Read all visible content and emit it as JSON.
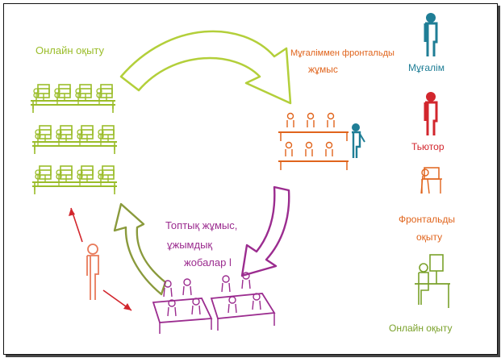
{
  "labels": {
    "online_learning": "Онлайн оқыту",
    "frontal_line1": "Мұғаліммен фронтальды",
    "frontal_line2": "жұмыс",
    "group_line1": "Топтық жұмыс,",
    "group_line2": "ұжымдық",
    "group_line3": "жобалар l"
  },
  "legend": {
    "teacher": "Мұғалім",
    "tutor": "Тьютор",
    "frontal_line1": "Фронтальды",
    "frontal_line2": "оқыту",
    "online": "Онлайн оқыту"
  },
  "colors": {
    "online": "#9bbd2a",
    "frontal": "#e0641c",
    "group": "#9b2c8f",
    "teacher": "#1f7e96",
    "tutor": "#d2262d",
    "tutor_figure": "#e87a5a"
  },
  "icons": [
    "teacher-figure-icon",
    "tutor-figure-icon",
    "frontal-class-icon",
    "online-student-icon"
  ]
}
